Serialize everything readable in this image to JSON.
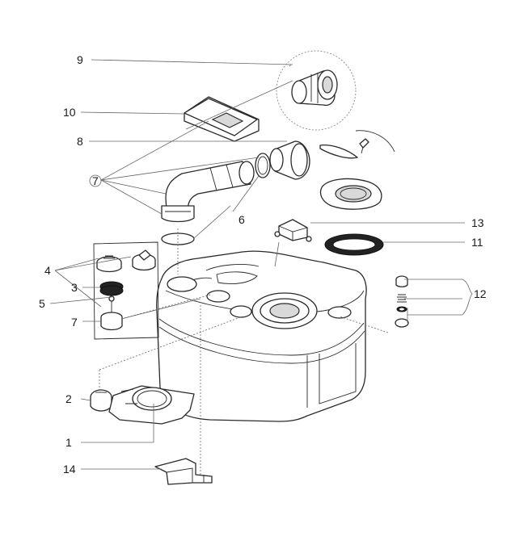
{
  "labels": {
    "l9": "9",
    "l10": "10",
    "l8": "8",
    "l7a": "7",
    "l6": "6",
    "l13": "13",
    "l11": "11",
    "l4": "4",
    "l3": "3",
    "l5": "5",
    "l7b": "7",
    "l12": "12",
    "l2": "2",
    "l1": "1",
    "l14": "14"
  }
}
